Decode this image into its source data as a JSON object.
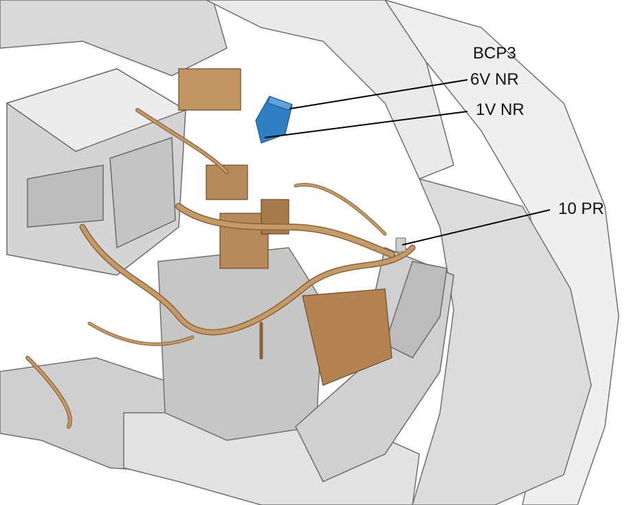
{
  "callouts": {
    "bcp3": "BCP3",
    "pin_6v": "6V NR",
    "pin_1v": "1V NR",
    "pin_10": "10 PR"
  },
  "colors": {
    "harness": "#b8895a",
    "harness_dark": "#8a6234",
    "connector_blue": "#2f7fc4",
    "body_light": "#e6e6e6",
    "body_mid": "#c9c9c9",
    "body_dark": "#8f8f8f",
    "leader": "#000000"
  }
}
